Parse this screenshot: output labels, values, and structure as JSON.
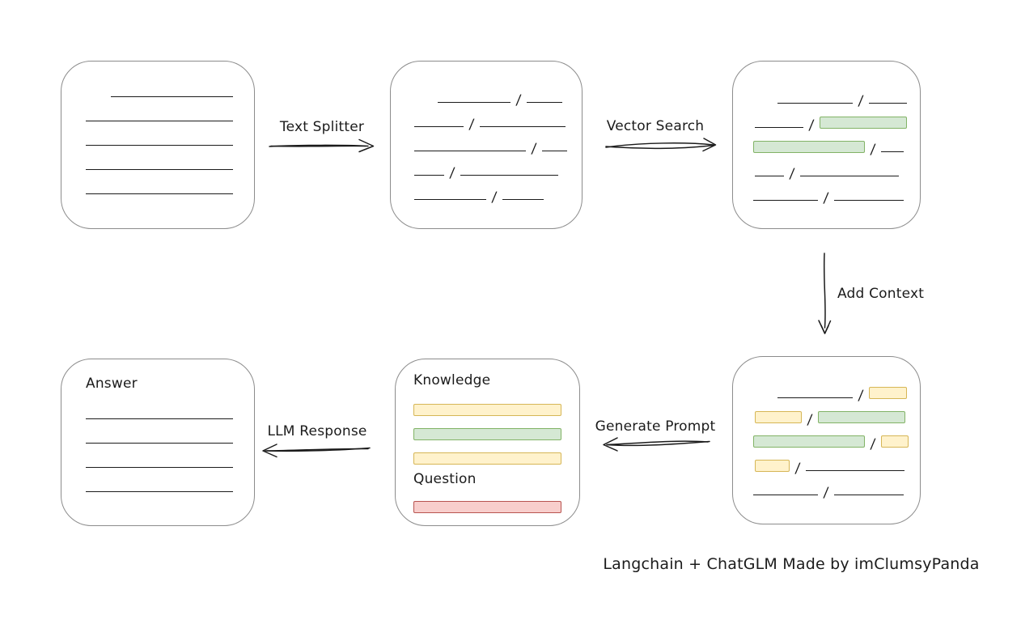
{
  "caption": "Langchain + ChatGLM Made by imClumsyPanda",
  "glyphs": {
    "slash": "/"
  },
  "colors": {
    "green_fill": "#d5e8d4",
    "green_stroke": "#82b366",
    "yellow_fill": "#fff2cc",
    "yellow_stroke": "#d6b656",
    "red_fill": "#f8cecc",
    "red_stroke": "#b85450"
  },
  "arrows": {
    "text_splitter": {
      "label": "Text Splitter"
    },
    "vector_search": {
      "label": "Vector Search"
    },
    "add_context": {
      "label": "Add Context"
    },
    "generate_prompt": {
      "label": "Generate Prompt"
    },
    "llm_response": {
      "label": "LLM Response"
    }
  },
  "boxes": {
    "document": {
      "rows": [
        {
          "indent": 61,
          "items": [
            {
              "t": "line",
              "w": 151
            }
          ]
        },
        {
          "indent": 30,
          "items": [
            {
              "t": "line",
              "w": 182
            }
          ]
        },
        {
          "indent": 30,
          "items": [
            {
              "t": "line",
              "w": 182
            }
          ]
        },
        {
          "indent": 30,
          "items": [
            {
              "t": "line",
              "w": 182
            }
          ]
        },
        {
          "indent": 30,
          "items": [
            {
              "t": "line",
              "w": 182
            }
          ]
        }
      ]
    },
    "chunks": {
      "rows": [
        {
          "indent": 58,
          "items": [
            {
              "t": "line",
              "w": 90
            },
            {
              "t": "slash"
            },
            {
              "t": "line",
              "w": 44
            }
          ]
        },
        {
          "indent": 29,
          "items": [
            {
              "t": "line",
              "w": 61
            },
            {
              "t": "slash"
            },
            {
              "t": "line",
              "w": 106
            }
          ]
        },
        {
          "indent": 29,
          "items": [
            {
              "t": "line",
              "w": 138
            },
            {
              "t": "slash"
            },
            {
              "t": "line",
              "w": 31
            }
          ]
        },
        {
          "indent": 29,
          "items": [
            {
              "t": "line",
              "w": 37
            },
            {
              "t": "slash"
            },
            {
              "t": "line",
              "w": 121
            }
          ]
        },
        {
          "indent": 29,
          "items": [
            {
              "t": "line",
              "w": 89
            },
            {
              "t": "slash"
            },
            {
              "t": "line",
              "w": 51
            }
          ]
        }
      ]
    },
    "search_results": {
      "rows": [
        {
          "indent": 55,
          "items": [
            {
              "t": "line",
              "w": 93
            },
            {
              "t": "slash"
            },
            {
              "t": "line",
              "w": 47
            }
          ]
        },
        {
          "indent": 27,
          "items": [
            {
              "t": "line",
              "w": 60
            },
            {
              "t": "slash"
            },
            {
              "t": "bar",
              "c": "green",
              "w": 108
            }
          ]
        },
        {
          "indent": 25,
          "items": [
            {
              "t": "bar",
              "c": "green",
              "w": 138
            },
            {
              "t": "slash"
            },
            {
              "t": "line",
              "w": 28
            }
          ]
        },
        {
          "indent": 27,
          "items": [
            {
              "t": "line",
              "w": 36
            },
            {
              "t": "slash"
            },
            {
              "t": "line",
              "w": 122
            }
          ]
        },
        {
          "indent": 25,
          "items": [
            {
              "t": "line",
              "w": 80
            },
            {
              "t": "slash"
            },
            {
              "t": "line",
              "w": 86
            }
          ]
        }
      ]
    },
    "context_chunks": {
      "rows": [
        {
          "indent": 55,
          "items": [
            {
              "t": "line",
              "w": 93
            },
            {
              "t": "slash"
            },
            {
              "t": "bar",
              "c": "yellow",
              "w": 47
            }
          ]
        },
        {
          "indent": 27,
          "items": [
            {
              "t": "bar",
              "c": "yellow",
              "w": 58
            },
            {
              "t": "slash"
            },
            {
              "t": "bar",
              "c": "green",
              "w": 108
            }
          ]
        },
        {
          "indent": 25,
          "items": [
            {
              "t": "bar",
              "c": "green",
              "w": 138
            },
            {
              "t": "slash"
            },
            {
              "t": "bar",
              "c": "yellow",
              "w": 34
            }
          ]
        },
        {
          "indent": 27,
          "items": [
            {
              "t": "bar",
              "c": "yellow",
              "w": 43
            },
            {
              "t": "slash"
            },
            {
              "t": "line",
              "w": 122
            }
          ]
        },
        {
          "indent": 25,
          "items": [
            {
              "t": "line",
              "w": 80
            },
            {
              "t": "slash"
            },
            {
              "t": "line",
              "w": 86
            }
          ]
        }
      ]
    },
    "prompt": {
      "knowledge_label": "Knowledge",
      "question_label": "Question",
      "knowledge_rows": [
        {
          "indent": 22,
          "items": [
            {
              "t": "bar",
              "c": "yellow",
              "w": 183
            }
          ]
        },
        {
          "indent": 22,
          "items": [
            {
              "t": "bar",
              "c": "green",
              "w": 183
            }
          ]
        },
        {
          "indent": 22,
          "items": [
            {
              "t": "bar",
              "c": "yellow",
              "w": 183
            }
          ]
        }
      ],
      "question_rows": [
        {
          "indent": 22,
          "items": [
            {
              "t": "bar",
              "c": "red",
              "w": 183
            }
          ]
        }
      ]
    },
    "answer": {
      "title": "Answer",
      "rows": [
        {
          "indent": 0,
          "items": [
            {
              "t": "line",
              "w": 182
            }
          ]
        },
        {
          "indent": 0,
          "items": [
            {
              "t": "line",
              "w": 182
            }
          ]
        },
        {
          "indent": 0,
          "items": [
            {
              "t": "line",
              "w": 182
            }
          ]
        },
        {
          "indent": 0,
          "items": [
            {
              "t": "line",
              "w": 182
            }
          ]
        }
      ]
    }
  }
}
